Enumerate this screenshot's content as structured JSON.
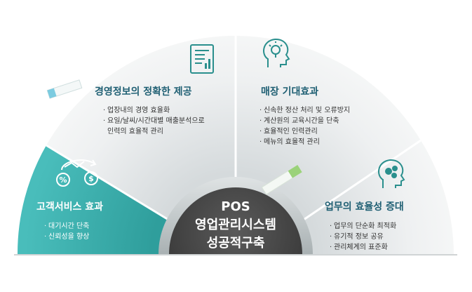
{
  "center": {
    "lines": [
      "POS",
      "영업관리시스템",
      "성공적구축"
    ]
  },
  "segments": [
    {
      "id": "customer-service",
      "title": "고객서비스 효과",
      "icon": "money-exchange-icon",
      "items": [
        "대기시간 단축",
        "신뢰성을 향상"
      ],
      "color": "#3fb3b1"
    },
    {
      "id": "management-info",
      "title": "경영정보의 정확한 제공",
      "icon": "news-report-icon",
      "items": [
        "업장내의 경영 효율화",
        "요일/날씨/시간대별 매출분석으로",
        "인력의 효율적 관리"
      ],
      "color": "#e4e8e9"
    },
    {
      "id": "store-effect",
      "title": "매장 기대효과",
      "icon": "lightbulb-head-icon",
      "items": [
        "신속한 정산 처리 및 오류방지",
        "계산원의 교육시간을 단축",
        "효율적인 인력관리",
        "메뉴의 효율적 관리"
      ],
      "color": "#e4e8e9"
    },
    {
      "id": "work-efficiency",
      "title": "업무의 효율성 증대",
      "icon": "gears-head-icon",
      "items": [
        "업무의 단순화 최적화",
        "유기적 정보 공유",
        "관리체계의 표준화"
      ],
      "color": "#e4e8e9"
    }
  ],
  "colors": {
    "teal": "#3fb3b1",
    "teal_dark": "#2a8f8d",
    "gray_panel": "#e6e9ea",
    "gray_panel_dark": "#c9cfd1",
    "center_dark": "#4a4a4a",
    "ring": "#bcc3c5",
    "title_dark": "#1f5f73",
    "text_dark": "#333333"
  }
}
